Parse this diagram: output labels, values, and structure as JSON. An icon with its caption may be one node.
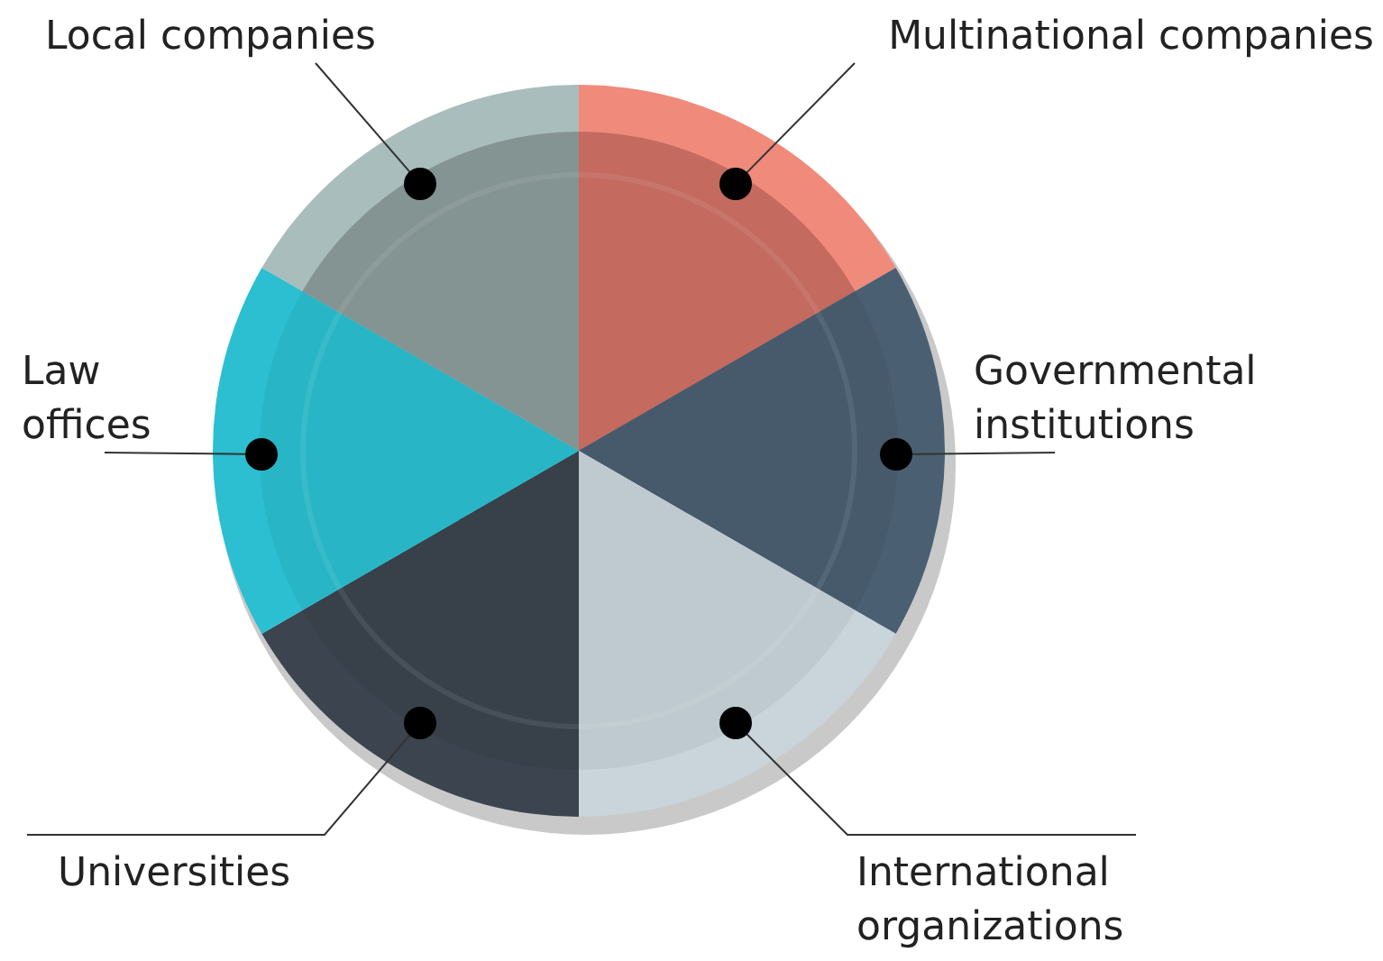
{
  "diagram": {
    "nodes": [
      {
        "text": [
          "Local companies"
        ]
      },
      {
        "text": [
          "Multinational companies"
        ]
      },
      {
        "text": [
          "Law offices"
        ]
      },
      {
        "text": [
          "Governmental institutions"
        ]
      },
      {
        "text": [
          "Universities"
        ]
      },
      {
        "text": [
          "International organizations"
        ]
      },
      {
        "text": [],
        "shape": "circle"
      },
      {
        "text": [],
        "shape": "circle"
      },
      {
        "text": [],
        "shape": "circle"
      },
      {
        "text": [],
        "shape": "circle"
      },
      {
        "text": [],
        "shape": "circle"
      },
      {
        "text": [],
        "shape": "circle"
      }
    ],
    "edges": [
      {
        "from": 0,
        "to": 6,
        "arrow": "none"
      },
      {
        "from": 1,
        "to": 7,
        "arrow": "none"
      },
      {
        "from": 2,
        "to": 8,
        "arrow": "none"
      },
      {
        "from": 3,
        "to": 9,
        "arrow": "none"
      },
      {
        "from": 4,
        "to": 10,
        "arrow": "none"
      },
      {
        "from": 5,
        "to": 11,
        "arrow": "none"
      }
    ]
  }
}
